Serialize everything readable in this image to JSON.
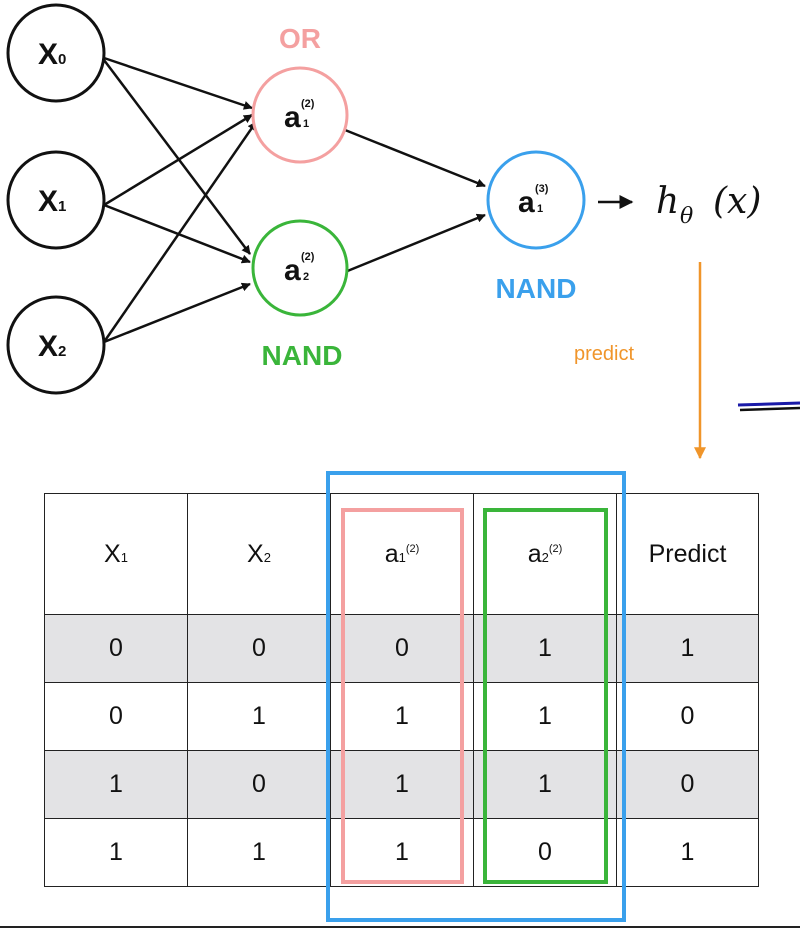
{
  "network": {
    "inputs": [
      {
        "main": "X",
        "sub": "0"
      },
      {
        "main": "X",
        "sub": "1"
      },
      {
        "main": "X",
        "sub": "2"
      }
    ],
    "hidden": [
      {
        "main": "a",
        "sup": "(2)",
        "sub": "1",
        "gate": "OR"
      },
      {
        "main": "a",
        "sup": "(2)",
        "sub": "2",
        "gate": "NAND"
      }
    ],
    "output": {
      "main": "a",
      "sup": "(3)",
      "sub": "1",
      "gate": "NAND"
    },
    "hypothesis": {
      "h": "h",
      "theta": "θ",
      "arg": "(x)",
      "arrow": "→"
    },
    "predict_label": "predict"
  },
  "colors": {
    "or": "#f4a0a0",
    "nand_hidden": "#3ab53a",
    "nand_output": "#3aa0ec",
    "predict": "#f0952a",
    "ink": "#111111",
    "row_shade": "#e3e3e5"
  },
  "table": {
    "headers": [
      {
        "main": "X",
        "sub": "1"
      },
      {
        "main": "X",
        "sub": "2"
      },
      {
        "main": "a",
        "sub": "1",
        "sup": "(2)"
      },
      {
        "main": "a",
        "sub": "2",
        "sup": "(2)"
      },
      {
        "main": "Predict"
      }
    ],
    "rows": [
      [
        "0",
        "0",
        "0",
        "1",
        "1"
      ],
      [
        "0",
        "1",
        "1",
        "1",
        "0"
      ],
      [
        "1",
        "0",
        "1",
        "1",
        "0"
      ],
      [
        "1",
        "1",
        "1",
        "0",
        "1"
      ]
    ]
  }
}
